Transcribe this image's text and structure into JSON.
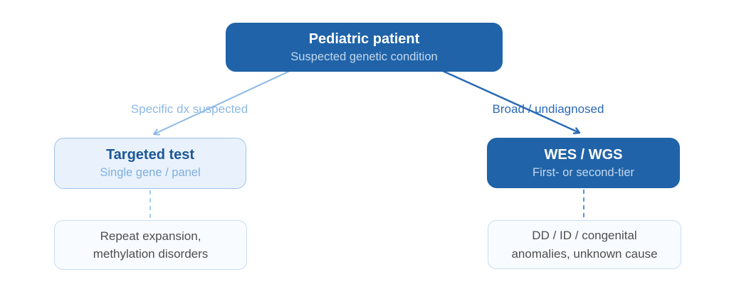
{
  "colors": {
    "dark_node_fill": "#2063a8",
    "dark_node_title": "#ffffff",
    "dark_node_subtitle": "#c2d8ee",
    "light_node_fill": "#e9f2fc",
    "light_node_border": "#9fc3e8",
    "light_node_title": "#1b5696",
    "light_node_subtitle": "#7fafdf",
    "note_fill": "#f8fbff",
    "note_border": "#c9def4",
    "note_text": "#4e4e4e",
    "left_edge": "#8cb8e6",
    "right_edge": "#2a6ab5",
    "left_dash": "#a9cdef",
    "right_dash": "#5896d8"
  },
  "nodes": {
    "root": {
      "title": "Pediatric patient",
      "subtitle": "Suspected genetic condition"
    },
    "targeted": {
      "title": "Targeted test",
      "subtitle": "Single gene / panel"
    },
    "wes": {
      "title": "WES / WGS",
      "subtitle": "First- or second-tier"
    },
    "targeted_note": {
      "text": "Repeat expansion, methylation disorders"
    },
    "wes_note": {
      "text": "DD / ID / congenital anomalies, unknown cause"
    }
  },
  "edge_labels": {
    "left": "Specific dx suspected",
    "right": "Broad / undiagnosed"
  }
}
